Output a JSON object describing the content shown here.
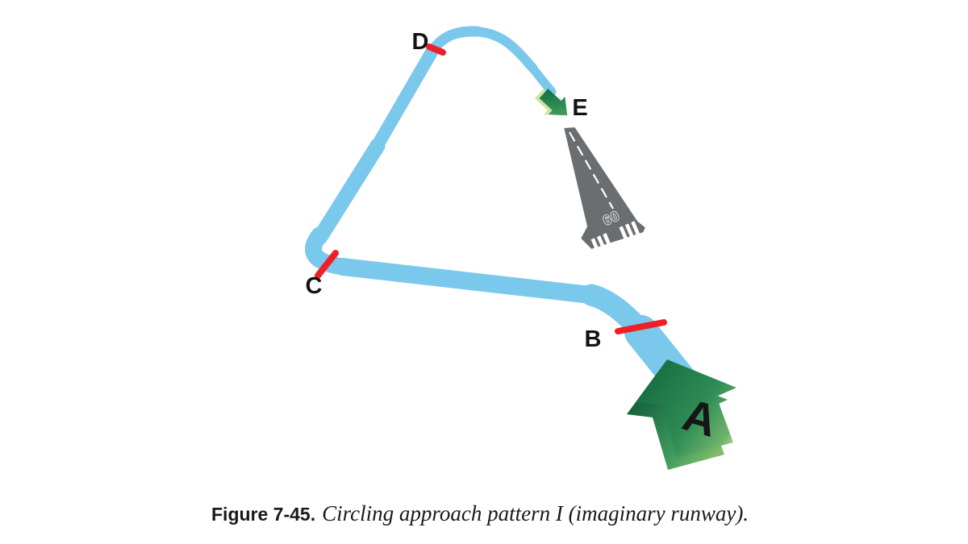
{
  "figure": {
    "number": "Figure 7-45.",
    "title": "Circling approach pattern I (imaginary runway)."
  },
  "labels": {
    "a": "A",
    "b": "B",
    "c": "C",
    "d": "D",
    "e": "E"
  },
  "runway": {
    "number": "09"
  },
  "colors": {
    "path_blue": "#7ac8ec",
    "tick_red": "#ed2028",
    "runway_gray": "#6a6e71",
    "runway_marking_white": "#ffffff",
    "arrow_green_dark": "#156b40",
    "arrow_green_mid": "#2e8c55",
    "arrow_green_light": "#cfe5a8",
    "label_black": "#121212"
  }
}
